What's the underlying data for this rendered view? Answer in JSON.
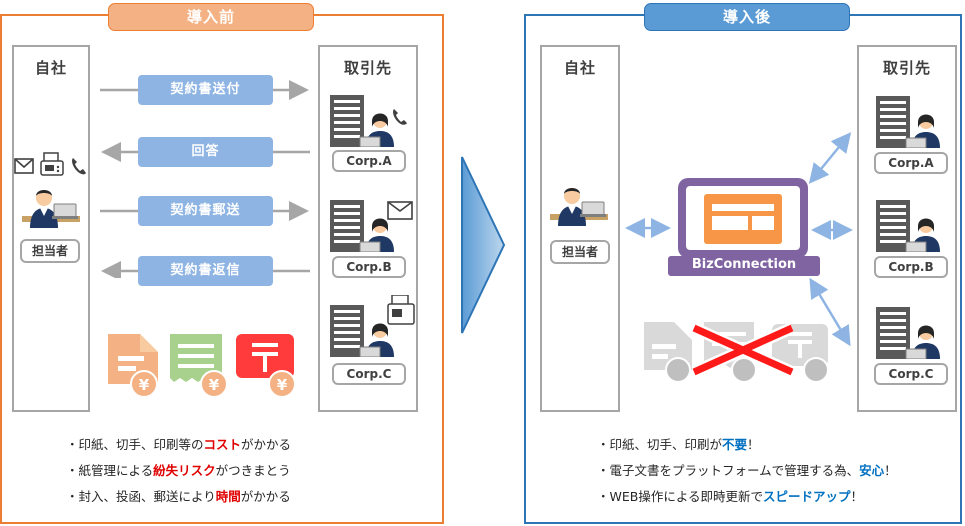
{
  "before": {
    "tab": "導入前",
    "company": "自社",
    "partners": "取引先",
    "staff": "担当者",
    "flows": [
      "契約書送付",
      "回答",
      "契約書郵送",
      "契約書返信"
    ],
    "corps": [
      "Corp.A",
      "Corp.B",
      "Corp.C"
    ],
    "bullets": [
      {
        "pre": "・印紙、切手、印刷等の",
        "em": "コスト",
        "post": "がかかる"
      },
      {
        "pre": "・紙管理による",
        "em": "紛失リスク",
        "post": "がつきまとう"
      },
      {
        "pre": "・封入、投函、郵送により",
        "em": "時間",
        "post": "がかかる"
      }
    ],
    "colors": {
      "tab": "#f4b183",
      "border": "#ed7d31",
      "em": "#e00000"
    }
  },
  "after": {
    "tab": "導入後",
    "company": "自社",
    "partners": "取引先",
    "staff": "担当者",
    "platform": "BizConnection",
    "corps": [
      "Corp.A",
      "Corp.B",
      "Corp.C"
    ],
    "bullets": [
      {
        "pre": "・印紙、切手、印刷が",
        "em": "不要",
        "post": "！"
      },
      {
        "pre": "・電子文書をプラットフォームで管理する為、",
        "em": "安心",
        "post": "！"
      },
      {
        "pre": "・WEB操作による即時更新で",
        "em": "スピードアップ",
        "post": "！"
      }
    ],
    "colors": {
      "tab": "#5b9bd5",
      "border": "#2e75b6",
      "em": "#0070c0",
      "platform": "#8064a2"
    }
  },
  "icons": [
    "envelope-icon",
    "fax-icon",
    "phone-icon",
    "building-icon",
    "person-icon",
    "document-yen-icon",
    "receipt-yen-icon",
    "postmark-yen-icon",
    "big-arrow-icon",
    "cross-icon"
  ]
}
